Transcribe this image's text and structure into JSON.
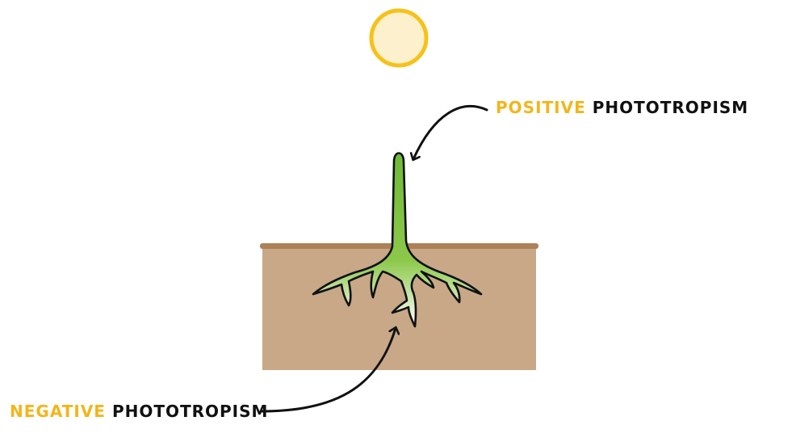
{
  "labels": {
    "positive": {
      "accent_word": "POSITIVE",
      "rest": "PHOTOTROPISM"
    },
    "negative": {
      "accent_word": "NEGATIVE",
      "rest": "PHOTOTROPISM"
    }
  },
  "colors": {
    "accent": "#f2b51c",
    "text": "#111111",
    "sun_fill": "#fdf0cc",
    "sun_outline": "#f6c21a",
    "soil": "#c8a887",
    "soil_surface": "#ad8158",
    "shoot_green": "#7ec242",
    "root_white": "#ffffff",
    "outline": "#111111"
  },
  "icons": {
    "sun": "sun-icon",
    "plant": "seedling-icon",
    "arrow_positive": "curved-arrow-icon",
    "arrow_negative": "curved-arrow-icon"
  }
}
